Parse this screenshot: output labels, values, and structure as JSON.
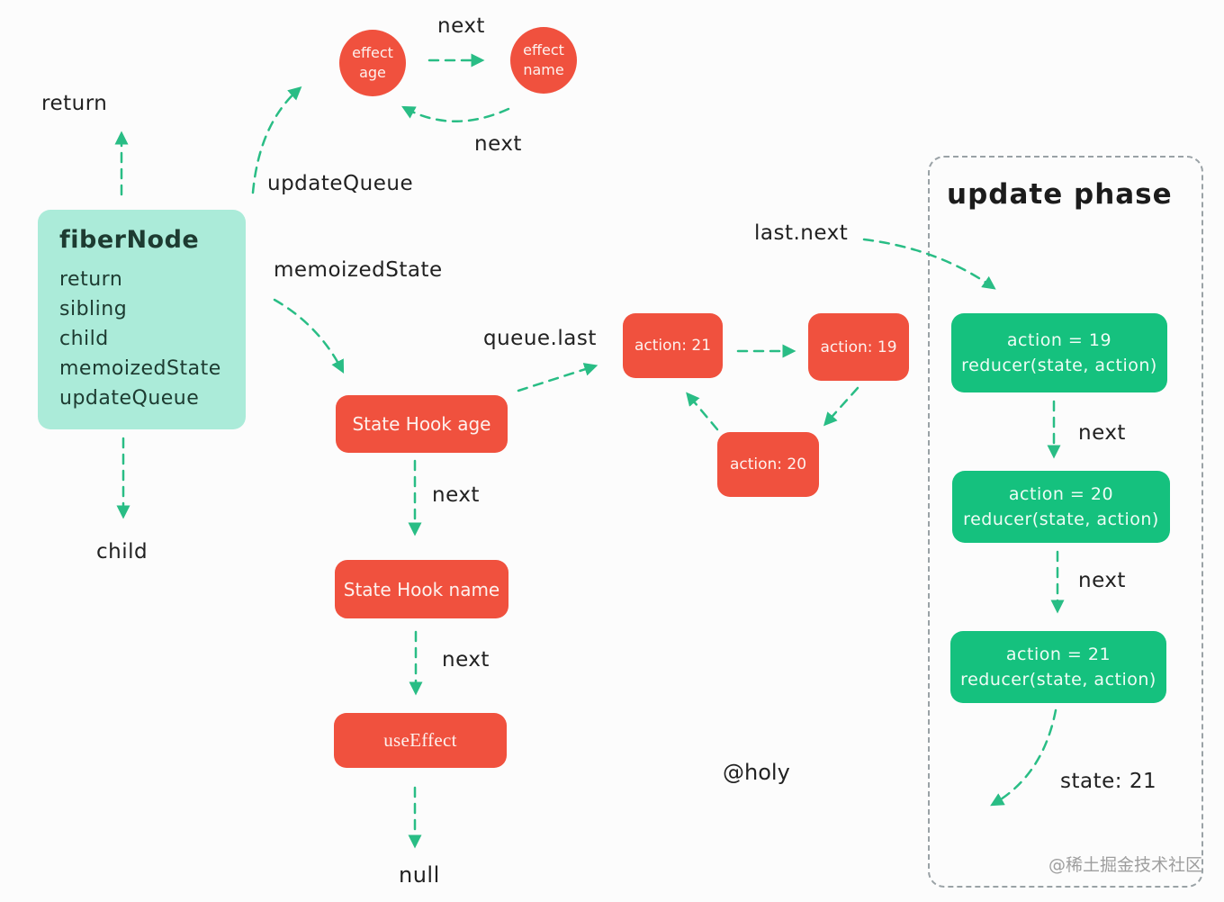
{
  "colors": {
    "red": "#f0513e",
    "green_box": "#15c17e",
    "arrow_green": "#29bd85",
    "mint": "#abebd9",
    "mint_text": "#1d3b31",
    "text_dark": "#212121",
    "dashed_border_gray": "#9aa2a6",
    "watermark_gray": "#9e9e9e",
    "background": "#fcfcfc"
  },
  "labels": {
    "return_top": "return",
    "child": "child",
    "update_queue": "updateQueue",
    "memoized_state": "memoizedState",
    "queue_last": "queue.last",
    "last_next": "last.next",
    "next": "next",
    "null_end": "null",
    "state_result": "state: 21"
  },
  "fiber_node": {
    "title": "fiberNode",
    "fields": [
      "return",
      "sibling",
      "child",
      "memoizedState",
      "updateQueue"
    ]
  },
  "effect_circles": {
    "age": {
      "line1": "effect",
      "line2": "age"
    },
    "name": {
      "line1": "effect",
      "line2": "name"
    }
  },
  "hook_chain": {
    "age": "State Hook age",
    "name": "State Hook name",
    "effect": "useEffect"
  },
  "action_queue": {
    "a21": "action: 21",
    "a19": "action: 19",
    "a20": "action: 20"
  },
  "update_phase": {
    "title": "update phase",
    "steps": [
      {
        "line1": "action = 19",
        "line2": "reducer(state, action)"
      },
      {
        "line1": "action = 20",
        "line2": "reducer(state, action)"
      },
      {
        "line1": "action = 21",
        "line2": "reducer(state, action)"
      }
    ]
  },
  "credits": {
    "author": "@holy",
    "watermark": "@稀土掘金技术社区"
  }
}
